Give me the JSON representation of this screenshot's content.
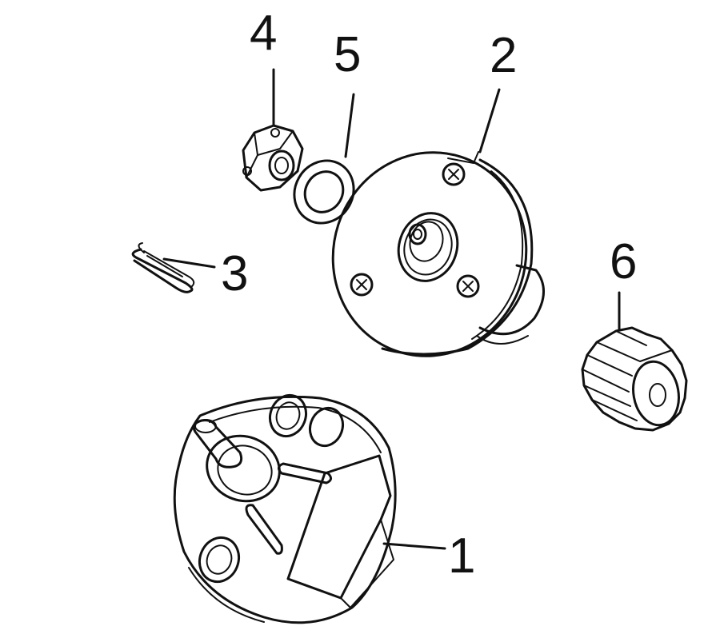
{
  "diagram": {
    "callouts": {
      "part_1": "1",
      "part_2": "2",
      "part_3": "3",
      "part_4": "4",
      "part_5": "5",
      "part_6": "6"
    },
    "colors": {
      "ink": "#111111",
      "background": "#ffffff"
    }
  }
}
